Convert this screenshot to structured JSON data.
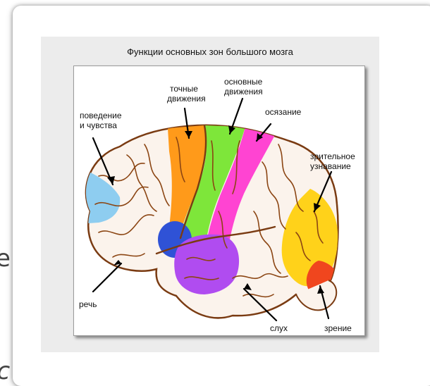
{
  "background_fragments": [
    "е",
    "lс"
  ],
  "figure": {
    "title": "Функции основных зон большого мозга",
    "labels": {
      "behavior_1": "поведение",
      "behavior_2": "и чувства",
      "fine_1": "точные",
      "fine_2": "движения",
      "basic_1": "основные",
      "basic_2": "движения",
      "touch": "осязание",
      "visual_rec_1": "зрительное",
      "visual_rec_2": "узнавание",
      "speech": "речь",
      "hearing": "слух",
      "vision": "зрение"
    }
  },
  "colors": {
    "card_bg": "#ffffff",
    "panel_bg": "#ececec",
    "brain_outline": "#7a3b12",
    "behavior_zone": "#8ecdf0",
    "fine_motor_zone": "#ff9a1a",
    "basic_motor_zone": "#7ee63a",
    "touch_zone": "#ff44d2",
    "speech_blue_zone": "#2f52d6",
    "hearing_zone": "#b04cf0",
    "visual_recognition_zone": "#ffd21a",
    "vision_zone": "#f0461e"
  }
}
